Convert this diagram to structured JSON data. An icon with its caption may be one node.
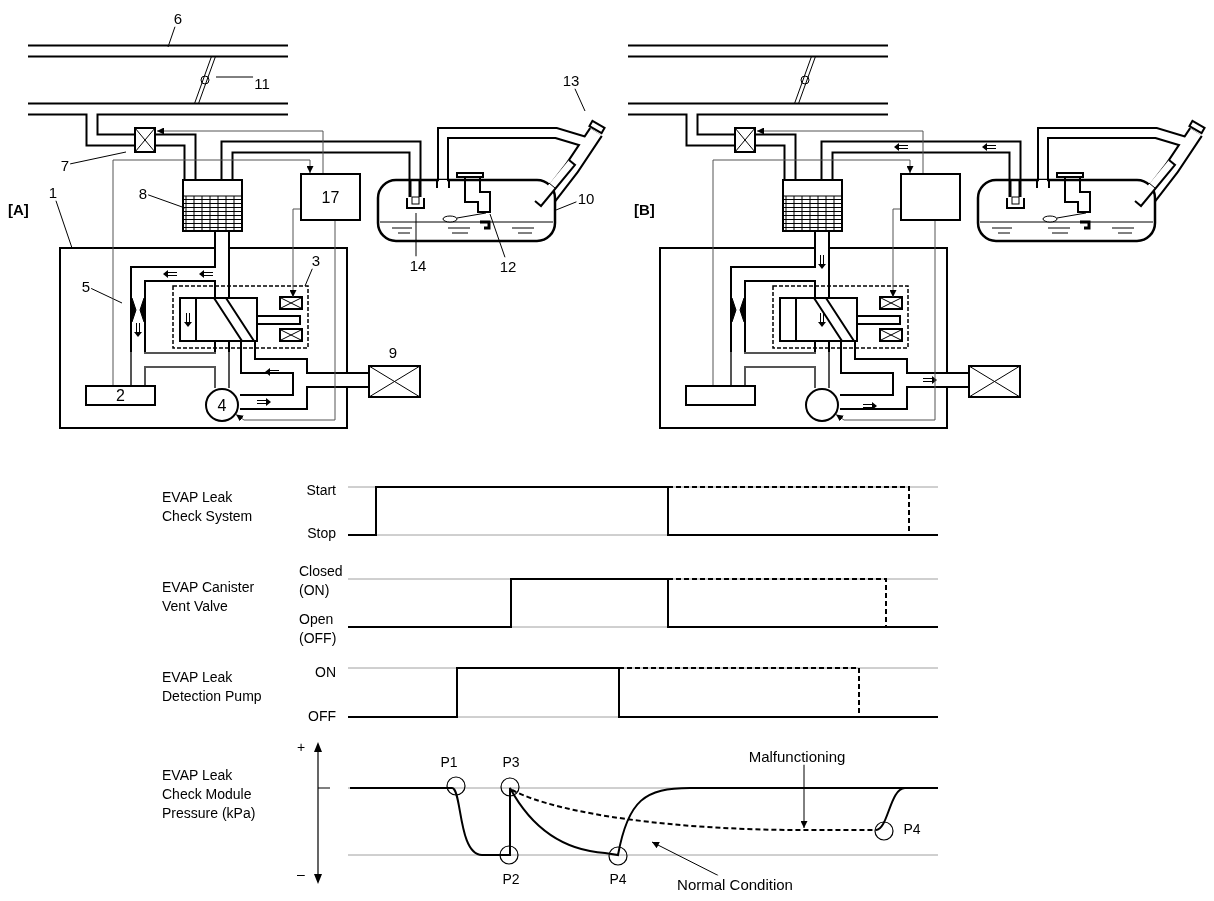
{
  "diagram": {
    "nodes": [
      {
        "text": [
          "6"
        ]
      },
      {
        "text": [
          "11"
        ]
      },
      {
        "text": [
          "13"
        ]
      },
      {
        "text": [
          "7"
        ]
      },
      {
        "text": [
          "8"
        ]
      },
      {
        "text": [
          "1"
        ]
      },
      {
        "text": [
          "17"
        ]
      },
      {
        "text": [
          "10"
        ]
      },
      {
        "text": [
          "14"
        ]
      },
      {
        "text": [
          "12"
        ]
      },
      {
        "text": [
          "5"
        ]
      },
      {
        "text": [
          "3"
        ]
      },
      {
        "text": [
          "2"
        ]
      },
      {
        "text": [
          "4"
        ]
      },
      {
        "text": [],
        "shape": "box"
      },
      {
        "text": [],
        "shape": "box"
      },
      {
        "text": [],
        "shape": "circle"
      },
      {
        "text": [
          "Malfunctioning"
        ]
      },
      {
        "text": [
          "Normal Condition"
        ]
      }
    ],
    "edges": [
      {
        "from": 0,
        "to": null,
        "arrow": "none"
      },
      {
        "from": 1,
        "to": null,
        "arrow": "none"
      },
      {
        "from": 2,
        "to": null,
        "arrow": "none"
      },
      {
        "from": 3,
        "to": null,
        "arrow": "none"
      },
      {
        "from": 4,
        "to": null,
        "arrow": "none"
      },
      {
        "from": 5,
        "to": null,
        "arrow": "none"
      },
      {
        "from": 7,
        "to": null,
        "arrow": "none"
      },
      {
        "from": 8,
        "to": null,
        "arrow": "none"
      },
      {
        "from": 9,
        "to": null,
        "arrow": "none"
      },
      {
        "from": 10,
        "to": null,
        "arrow": "none"
      },
      {
        "from": 11,
        "to": null,
        "arrow": "none"
      },
      {
        "from": 12,
        "to": 6,
        "arrow": "to"
      },
      {
        "from": 6,
        "to": null,
        "arrow": "to"
      },
      {
        "from": 6,
        "to": null,
        "arrow": "to"
      },
      {
        "from": 6,
        "to": 13,
        "arrow": "to"
      },
      {
        "from": 15,
        "to": 14,
        "arrow": "to"
      },
      {
        "from": 14,
        "to": null,
        "arrow": "to"
      },
      {
        "from": 14,
        "to": null,
        "arrow": "to"
      },
      {
        "from": 14,
        "to": 16,
        "arrow": "to"
      },
      {
        "from": 17,
        "to": null,
        "arrow": "to"
      },
      {
        "from": 18,
        "to": null,
        "arrow": "to"
      },
      {
        "from": 12,
        "to": 13,
        "arrow": "none",
        "style": "thick"
      },
      {
        "from": 15,
        "to": 16,
        "arrow": "none",
        "style": "thick"
      }
    ],
    "labels": [
      "[A]",
      "[B]",
      "9",
      "EVAP Leak Check System",
      "Start",
      "Stop",
      "EVAP Canister Vent Valve",
      "Closed (ON)",
      "Open (OFF)",
      "EVAP Leak Detection Pump",
      "ON",
      "OFF",
      "+",
      "EVAP Leak Check Module Pressure (kPa)",
      "P1",
      "P3",
      "P2",
      "P4",
      "P4",
      "–"
    ]
  }
}
